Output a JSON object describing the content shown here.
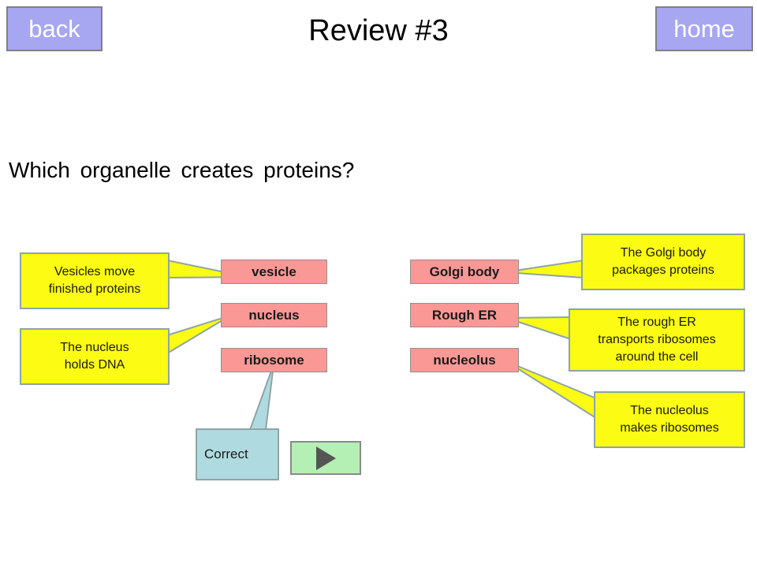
{
  "nav": {
    "back_label": "back",
    "home_label": "home"
  },
  "title": "Review #3",
  "question": "Which organelle creates proteins?",
  "answers": {
    "vesicle": "vesicle",
    "nucleus": "nucleus",
    "ribosome": "ribosome",
    "golgi": "Golgi body",
    "rough_er": "Rough ER",
    "nucleolus": "nucleolus"
  },
  "callouts": {
    "vesicle": [
      "Vesicles move",
      "finished proteins"
    ],
    "nucleus": [
      "The nucleus",
      "holds DNA"
    ],
    "golgi": [
      "The Golgi body",
      "packages proteins"
    ],
    "rough_er": [
      "The rough ER",
      "transports ribosomes",
      "around the cell"
    ],
    "nucleolus": [
      "The nucleolus",
      "makes ribosomes"
    ]
  },
  "feedback": "Correct",
  "icons": {
    "next": "play-triangle-icon"
  },
  "colors": {
    "nav_button": "#a7a6f1",
    "answer_box": "#fa9896",
    "callout": "#fbfb13",
    "feedback": "#afdbe0",
    "next_button": "#b4f0b4"
  }
}
